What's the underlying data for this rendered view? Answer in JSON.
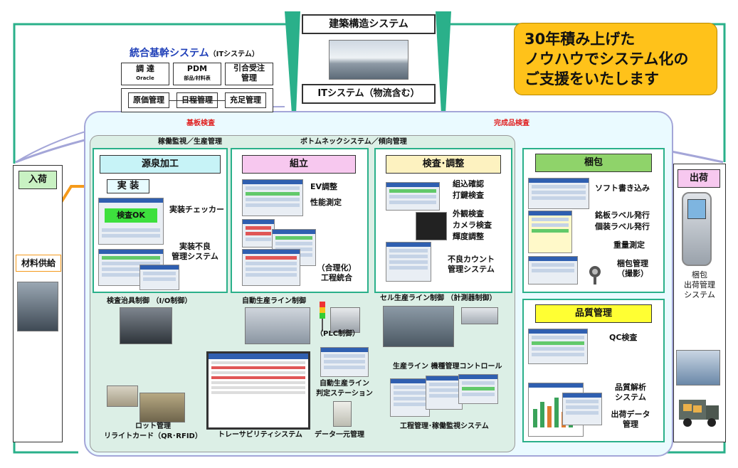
{
  "top": {
    "building_title": "建築構造システム",
    "it_system_title": "ITシステム（物流含む）",
    "callout": [
      "30年積み上げた",
      "ノウハウでシステム化の",
      "ご支援をいたします"
    ]
  },
  "erp": {
    "title": "統合基幹システム",
    "subtitle": "（ITシステム）",
    "boxes": [
      {
        "main": "調 達",
        "sub": "Oracle"
      },
      {
        "main": "PDM",
        "sub": "部品/材料表"
      },
      {
        "main": "引合受注",
        "sub": "管理"
      }
    ],
    "row2": [
      "原価管理",
      "日程管理",
      "充足管理"
    ]
  },
  "band": {
    "kiban": "基板検査",
    "kanseihin": "完成品検査",
    "kado": "稼働監視／生産管理",
    "bottleneck": "ボトムネックシステム／傾向管理"
  },
  "left": {
    "nyuka": "入荷",
    "zairyo": "材料供給"
  },
  "right": {
    "shukka": "出荷",
    "caption": [
      "梱包",
      "出荷管理",
      "システム"
    ]
  },
  "sections": {
    "genryu": {
      "title": "源泉加工",
      "jisso": "実 装",
      "checker": "実装チェッカー",
      "ok": "検査OK",
      "furyo": [
        "実装不良",
        "管理システム"
      ],
      "jig": "検査治具制御 （I/O制御）"
    },
    "kumitate": {
      "title": "組立",
      "ev": "EV調整",
      "seino": "性能測定",
      "gouri": [
        "（合理化）",
        "工程統合"
      ],
      "auto_line": "自動生産ライン制御",
      "plc": "（PLC制御）"
    },
    "kensa": {
      "title": "検査･調整",
      "items1": [
        "組込確認",
        "打鍵検査"
      ],
      "items2": [
        "外観検査",
        "カメラ検査",
        "輝度調整"
      ],
      "furyo_count": [
        "不良カウント",
        "管理システム"
      ],
      "cell_line": "セル生産ライン制御 （計測器制御）"
    },
    "konpo": {
      "title": "梱包",
      "soft": "ソフト書き込み",
      "labels": [
        "銘板ラベル発行",
        "個装ラベル発行"
      ],
      "weight": "重量測定",
      "photo": [
        "梱包管理",
        "（撮影）"
      ]
    },
    "hinshitsu": {
      "title": "品質管理",
      "qc": "QC検査",
      "analysis": [
        "品質解析",
        "システム"
      ],
      "ship_data": [
        "出荷データ",
        "管理"
      ]
    }
  },
  "bottom": {
    "lot": [
      "ロット管理",
      "リライトカード（QR･RFID）"
    ],
    "trace": "トレーサビリティシステム",
    "station": [
      "自動生産ライン",
      "判定ステーション"
    ],
    "data_mgmt": "データ一元管理",
    "model_ctrl": "生産ライン 機種管理コントロール",
    "process": "工程管理･稼働監視システム"
  },
  "colors": {
    "teal": "#2ab08a",
    "cyan_header": "#c7f3f7",
    "pink_header": "#f7c8ef",
    "yellow_header": "#fdf2c0",
    "green_header": "#8fd36a",
    "quality_header": "#ffff33",
    "orange": "#f59a1b",
    "callout_bg": "#ffc21a",
    "region_bg": "#eafaff"
  }
}
